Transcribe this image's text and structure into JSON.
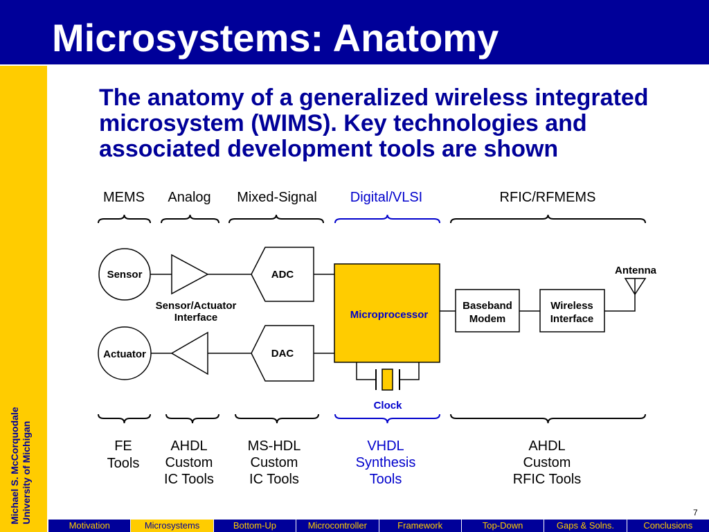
{
  "slide": {
    "title": "Microsystems: Anatomy",
    "subtitle_lines": [
      "The anatomy of a generalized wireless integrated",
      "microsystem (WIMS). Key technologies and",
      "associated development tools are shown"
    ],
    "author": "Michael S. McCorquodale",
    "affiliation": "University of Michigan",
    "page_number": "7"
  },
  "colors": {
    "header": "#000099",
    "accent": "#FFCC00",
    "text": "#000099",
    "highlight": "#0000CC"
  },
  "diagram": {
    "technologies": [
      {
        "label": "MEMS",
        "tools": [
          "FE",
          "Tools"
        ],
        "color": "#000000"
      },
      {
        "label": "Analog",
        "tools": [
          "AHDL",
          "Custom",
          "IC Tools"
        ],
        "color": "#000000"
      },
      {
        "label": "Mixed-Signal",
        "tools": [
          "MS-HDL",
          "Custom",
          "IC Tools"
        ],
        "color": "#000000"
      },
      {
        "label": "Digital/VLSI",
        "tools": [
          "VHDL",
          "Synthesis",
          "Tools"
        ],
        "color": "#0000CC"
      },
      {
        "label": "RFIC/RFMEMS",
        "tools": [
          "AHDL",
          "Custom",
          "RFIC Tools"
        ],
        "color": "#000000"
      }
    ],
    "blocks": {
      "sensor": "Sensor",
      "actuator": "Actuator",
      "interface": [
        "Sensor/Actuator",
        "Interface"
      ],
      "adc": "ADC",
      "dac": "DAC",
      "microprocessor": "Microprocessor",
      "clock": "Clock",
      "baseband_modem": [
        "Baseband",
        "Modem"
      ],
      "wireless_interface": [
        "Wireless",
        "Interface"
      ],
      "antenna": "Antenna"
    }
  },
  "nav": {
    "tabs": [
      "Motivation",
      "Microsystems",
      "Bottom-Up",
      "Microcontroller",
      "Framework",
      "Top-Down",
      "Gaps & Solns.",
      "Conclusions"
    ],
    "active": "Microsystems"
  }
}
